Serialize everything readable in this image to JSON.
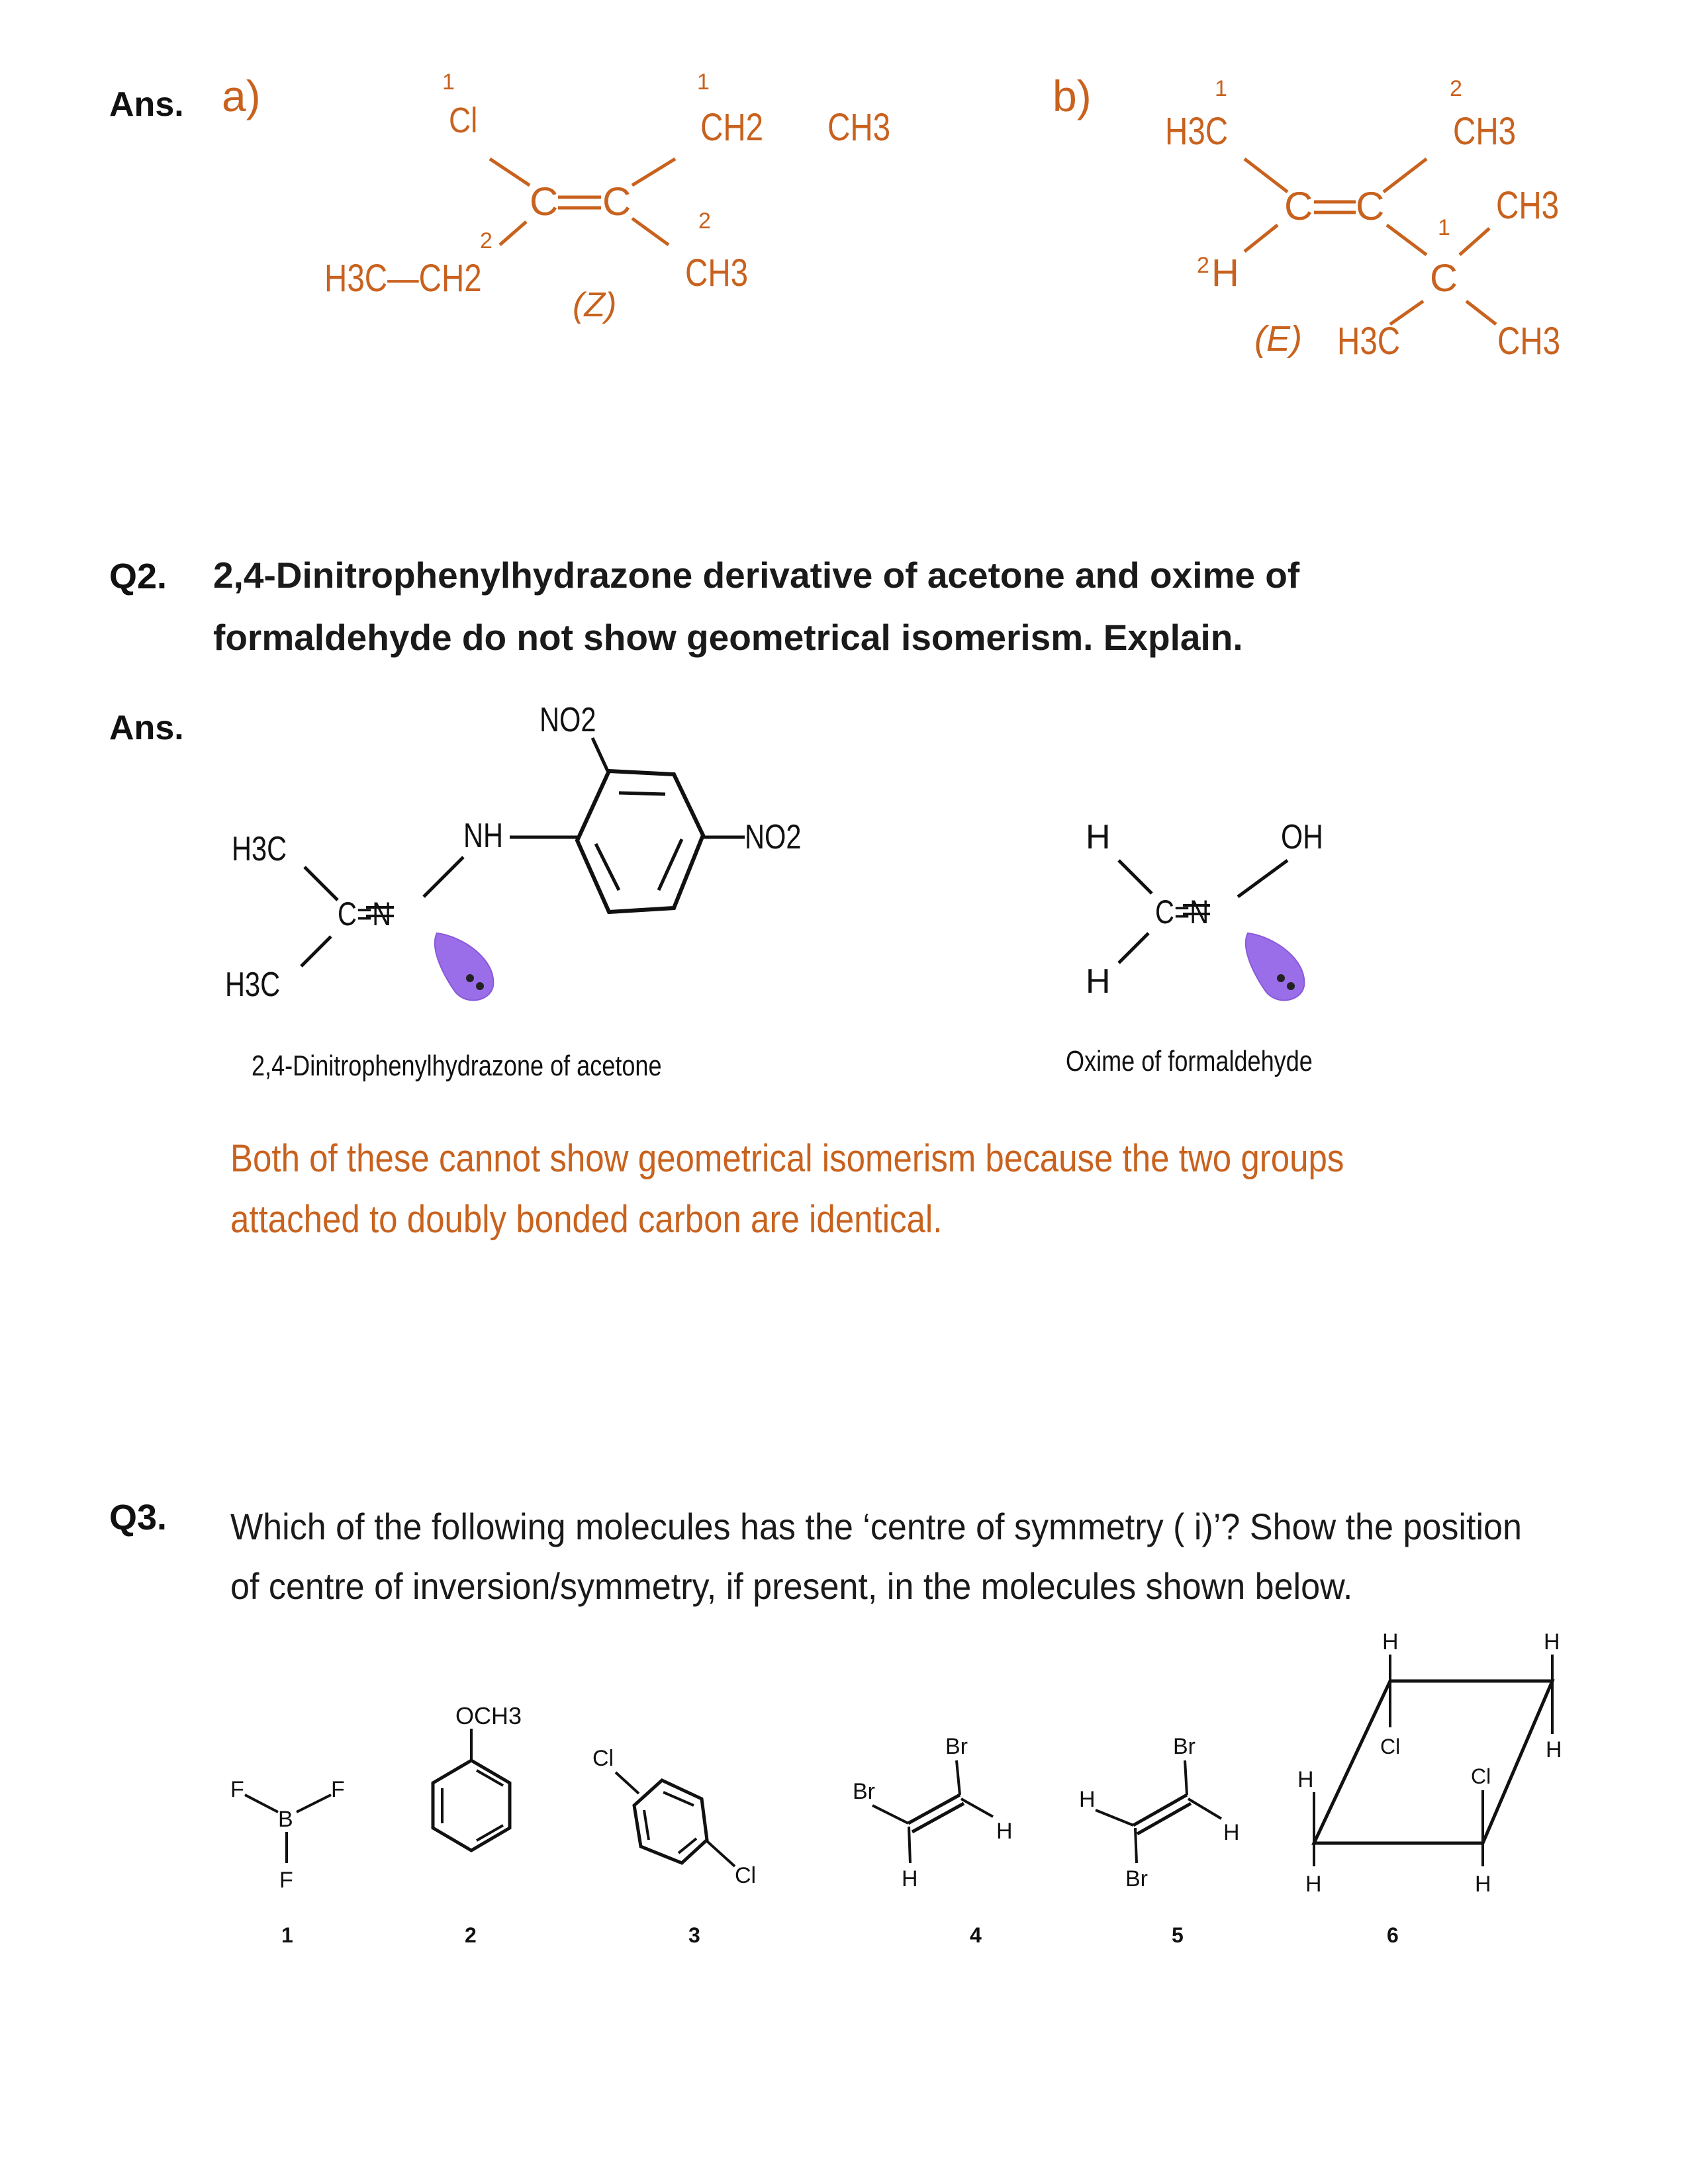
{
  "q1_answer": {
    "ans_label": "Ans.",
    "part_a": {
      "label": "a)",
      "cl": "Cl",
      "ch2_top": "CH2",
      "ch3_top": "CH3",
      "double_bond": "C=C",
      "ch3_bottom": "CH3",
      "ethyl": "H3C—CH2",
      "config": "(Z)",
      "prio_cl": "1",
      "prio_ch2": "1",
      "prio_ethyl": "2",
      "prio_ch3": "2"
    },
    "part_b": {
      "label": "b)",
      "h3c_top": "H3C",
      "ch3_top": "CH3",
      "double_bond": "C=C",
      "ch3_right": "CH3",
      "h": "H",
      "c": "C",
      "config": "(E)",
      "h3c_bottom": "H3C",
      "ch3_bottom": "CH3",
      "prio_h3c": "1",
      "prio_ch3": "2",
      "prio_h": "2",
      "prio_c": "1"
    }
  },
  "q2": {
    "number": "Q2.",
    "line1": "2,4-Dinitrophenylhydrazone derivative of acetone and oxime of",
    "line2": "formaldehyde do not show geometrical isomerism. Explain.",
    "ans_label": "Ans.",
    "struct1": {
      "no2_top": "NO2",
      "h3c_top": "H3C",
      "nh": "NH",
      "no2_right": "NO2",
      "cn": "C=N",
      "h3c_bottom": "H3C",
      "caption": "2,4-Dinitrophenylhydrazone of acetone"
    },
    "struct2": {
      "h_top": "H",
      "oh": "OH",
      "cn": "C=N",
      "h_bottom": "H",
      "caption": "Oxime of formaldehyde"
    },
    "explanation_line1": "Both of these cannot show geometrical isomerism because the two groups",
    "explanation_line2": "attached to doubly bonded carbon are identical.",
    "lone_pair_color": "#9a6ee8"
  },
  "q3": {
    "number": "Q3.",
    "line1": "Which of the following molecules has the ‘centre of symmetry ( i)’? Show the position",
    "line2": "of centre of inversion/symmetry, if present, in the molecules shown below.",
    "molecules": [
      {
        "num": "1",
        "atoms": [
          "F",
          "B",
          "F",
          "F"
        ]
      },
      {
        "num": "2",
        "atoms": [
          "OCH3"
        ]
      },
      {
        "num": "3",
        "atoms": [
          "Cl",
          "Cl"
        ]
      },
      {
        "num": "4",
        "atoms": [
          "Br",
          "Br",
          "H",
          "H"
        ]
      },
      {
        "num": "5",
        "atoms": [
          "Br",
          "H",
          "H",
          "Br"
        ]
      },
      {
        "num": "6",
        "atoms": [
          "H",
          "H",
          "Cl",
          "H",
          "H",
          "Cl",
          "H",
          "H"
        ]
      }
    ]
  },
  "colors": {
    "orange": "#c8621e",
    "text": "#1a1a1a",
    "lone_pair": "#9a6ee8"
  }
}
